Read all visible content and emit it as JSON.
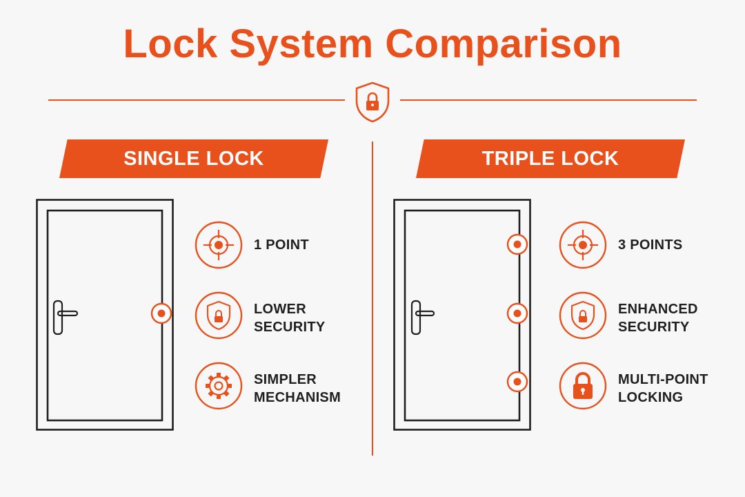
{
  "title": "Lock System Comparison",
  "colors": {
    "accent": "#e8501c",
    "ink": "#1f1f1f",
    "background": "#f7f7f7"
  },
  "header_icon": "shield-lock-icon",
  "panels": [
    {
      "label": "SINGLE LOCK",
      "lock_points": 1,
      "features": [
        {
          "icon": "crosshair-icon",
          "line1": "1 POINT",
          "line2": ""
        },
        {
          "icon": "shield-lock-icon",
          "line1": "LOWER",
          "line2": "SECURITY"
        },
        {
          "icon": "gear-icon",
          "line1": "SIMPLER",
          "line2": "MECHANISM"
        }
      ]
    },
    {
      "label": "TRIPLE LOCK",
      "lock_points": 3,
      "features": [
        {
          "icon": "crosshair-icon",
          "line1": "3 POINTS",
          "line2": ""
        },
        {
          "icon": "shield-lock-icon",
          "line1": "ENHANCED",
          "line2": "SECURITY"
        },
        {
          "icon": "padlock-icon",
          "line1": "MULTI-POINT",
          "line2": "LOCKING"
        }
      ]
    }
  ]
}
